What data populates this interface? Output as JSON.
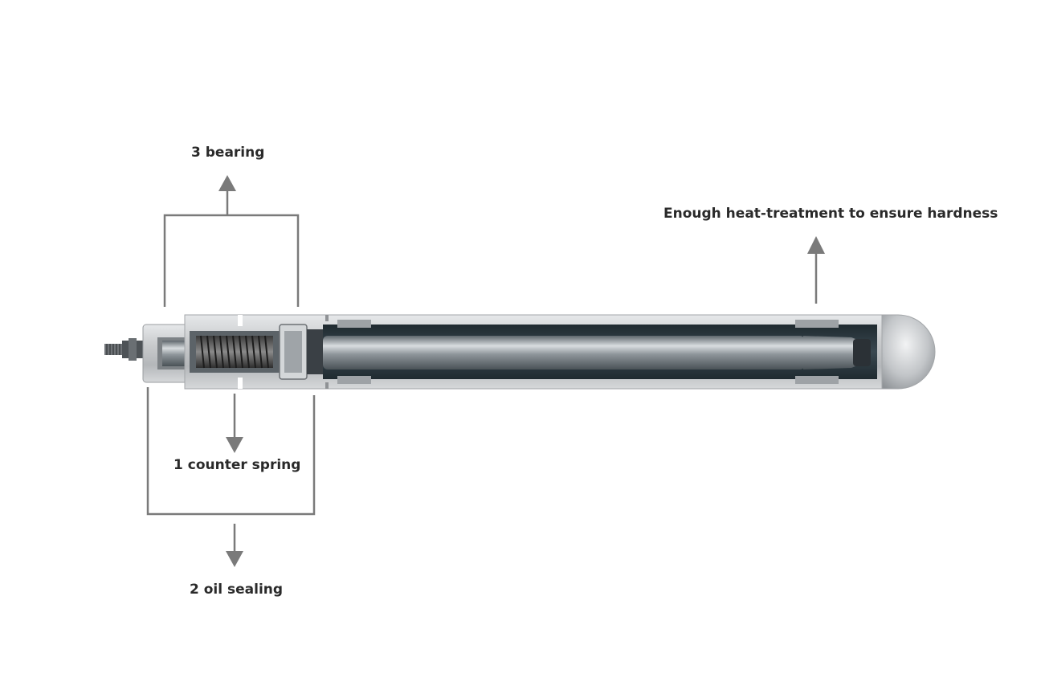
{
  "labels": {
    "bearing": "3 bearing",
    "heat_treatment": "Enough heat-treatment to ensure hardness",
    "counter_spring": "1 counter spring",
    "oil_sealing": "2 oil sealing"
  },
  "colors": {
    "background": "#ffffff",
    "callout_line": "#7a7a7a",
    "label_text": "#2a2a2a",
    "housing_steel": "#c4c6c8",
    "inner_cavity": "#2e3a40",
    "shaft_steel": "#9aa1a6"
  }
}
